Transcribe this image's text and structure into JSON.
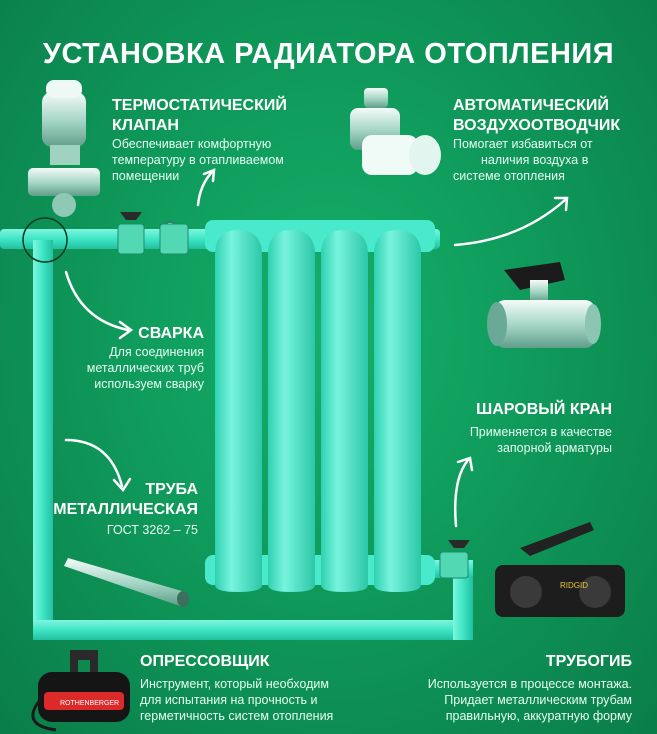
{
  "title": "УСТАНОВКА РАДИАТОРА ОТОПЛЕНИЯ",
  "thermo_valve": {
    "heading": "ТЕРМОСТАТИЧЕСКИЙ КЛАПАН",
    "heading_line1": "ТЕРМОСТАТИЧЕСКИЙ",
    "heading_line2": "КЛАПАН",
    "text_line1": "Обеспечивает комфортную",
    "text_line2": "температуру в отапливаемом",
    "text_line3": "помещении"
  },
  "air_vent": {
    "heading_line1": "АВТОМАТИЧЕСКИЙ",
    "heading_line2": "ВОЗДУХООТВОДЧИК",
    "text_line1": "Помогает избавиться от",
    "text_line2": "наличия воздуха в",
    "text_line3": "системе отопления"
  },
  "welding": {
    "heading": "СВАРКА",
    "text_line1": "Для соединения",
    "text_line2": "металлических труб",
    "text_line3": "используем сварку"
  },
  "ball_valve": {
    "heading": "ШАРОВЫЙ КРАН",
    "text_line1": "Применяется в качестве",
    "text_line2": "запорной арматуры"
  },
  "pipe": {
    "heading_line1": "ТРУБА",
    "heading_line2": "МЕТАЛЛИЧЕСКАЯ",
    "text_line1": "ГОСТ 3262 – 75"
  },
  "pressure_tester": {
    "heading": "ОПРЕССОВЩИК",
    "text_line1": "Инструмент, который необходим",
    "text_line2": "для испытания на прочность и",
    "text_line3": "герметичность систем отопления",
    "brand": "ROTHENBERGER"
  },
  "pipe_bender": {
    "heading": "ТРУБОГИБ",
    "text_line1": "Используется в процессе монтажа.",
    "text_line2": "Придает металлическим трубам",
    "text_line3": "правильную, аккуратную форму",
    "brand": "RIDGID"
  },
  "colors": {
    "background": "#0f9a5b",
    "pipe": "#3ee6c6",
    "radiator": "#49e9cc",
    "text": "#ffffff"
  }
}
